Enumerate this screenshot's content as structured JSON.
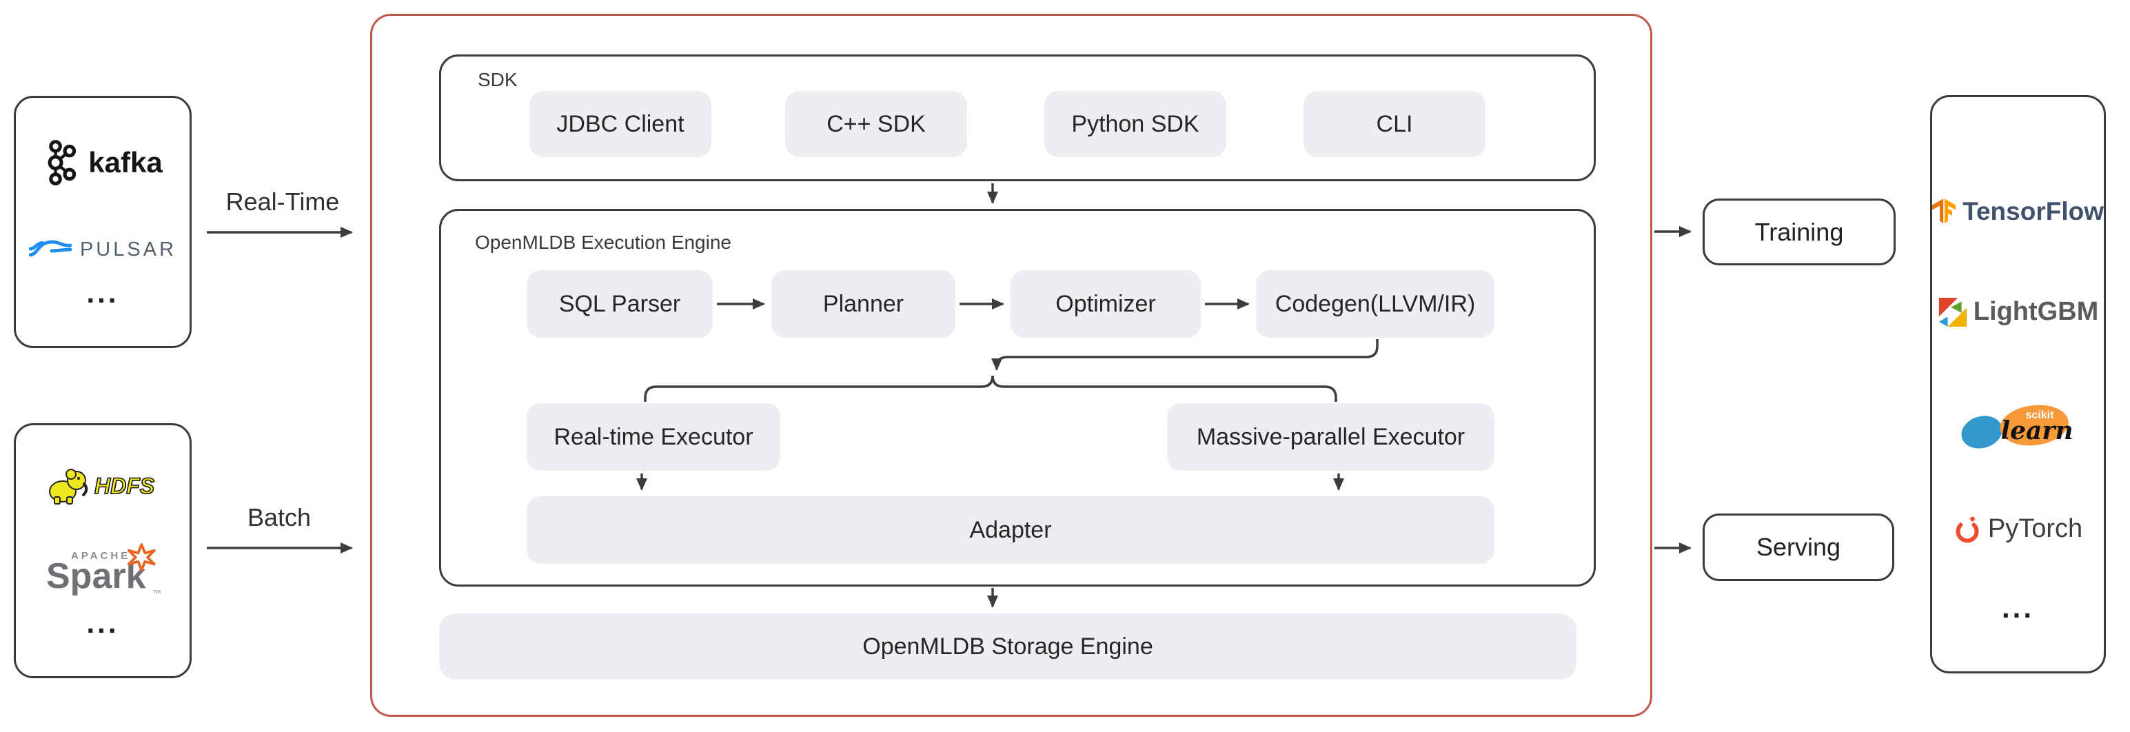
{
  "flows": {
    "realtime_label": "Real-Time",
    "batch_label": "Batch"
  },
  "sources": {
    "realtime": {
      "kafka": "kafka",
      "pulsar": "PULSAR",
      "more": "..."
    },
    "batch": {
      "hdfs": "HDFS",
      "spark_apache": "APACHE",
      "spark": "Spark",
      "spark_tm": "™",
      "more": "..."
    }
  },
  "openmldb": {
    "sdk": {
      "title": "SDK",
      "items": [
        "JDBC Client",
        "C++ SDK",
        "Python SDK",
        "CLI"
      ]
    },
    "engine": {
      "title": "OpenMLDB Execution Engine",
      "pipeline": [
        "SQL Parser",
        "Planner",
        "Optimizer",
        "Codegen(LLVM/IR)"
      ],
      "executors": [
        "Real-time Executor",
        "Massive-parallel Executor"
      ],
      "adapter": "Adapter"
    },
    "storage": "OpenMLDB Storage Engine"
  },
  "outputs": {
    "training": "Training",
    "serving": "Serving"
  },
  "ml_frameworks": {
    "tensorflow": "TensorFlow",
    "lightgbm": "LightGBM",
    "scikit_top": "scikit",
    "scikit_script": "learn",
    "pytorch": "PyTorch",
    "more": "..."
  },
  "colors": {
    "accent_red": "#c4574b",
    "pill_bg": "#eceef1",
    "line": "#3d3d3d",
    "kafka_black": "#141414",
    "pulsar_blue": "#1e8ef0",
    "hdfs_yellow": "#f0e81e",
    "spark_orange": "#e8641f",
    "tf_orange": "#ffa000",
    "pytorch_orange": "#ee4c2c",
    "sklearn_blue": "#3499cd",
    "sklearn_orange": "#f89939"
  }
}
